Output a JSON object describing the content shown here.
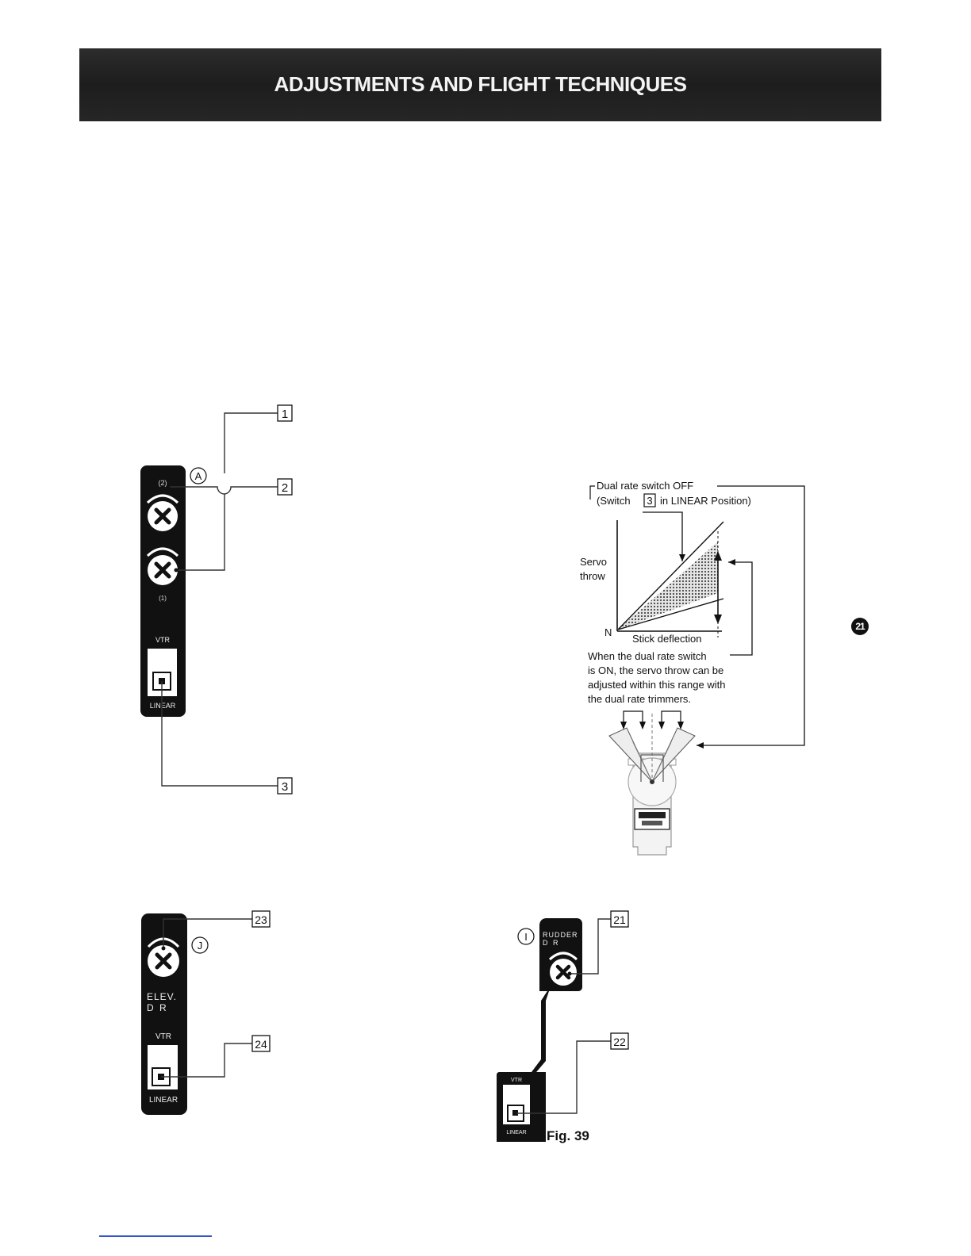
{
  "header": {
    "title": "ADJUSTMENTS AND FLIGHT TECHNIQUES"
  },
  "page_number": "21",
  "panel_a": {
    "label": "A",
    "upper_knob_label": "(2)",
    "lower_knob_label": "(1)",
    "switch_top": "VTR",
    "switch_bottom": "LINEAR",
    "callouts": [
      "1",
      "2",
      "3"
    ]
  },
  "graph": {
    "off_line1": "Dual rate switch OFF",
    "off_line2_pre": "(Switch",
    "off_line2_box": "3",
    "off_line2_post": "in LINEAR Position)",
    "ylabel_1": "Servo",
    "ylabel_2": "throw",
    "origin": "N",
    "xlabel": "Stick deflection",
    "note_lines": [
      "When the dual rate switch",
      "is ON, the servo throw can be",
      "adjusted within this range with",
      "the dual rate trimmers."
    ]
  },
  "panel_j": {
    "label": "J",
    "text_1": "ELEV.",
    "text_2": "D R",
    "switch_top": "VTR",
    "switch_bottom": "LINEAR",
    "callouts": [
      "23",
      "24"
    ]
  },
  "panel_i": {
    "label": "I",
    "text_1": "RUDDER",
    "text_2": "D R",
    "switch_top": "VTR",
    "switch_bottom": "LINEAR",
    "callouts": [
      "21",
      "22"
    ]
  },
  "figure_caption": "Fig. 39"
}
